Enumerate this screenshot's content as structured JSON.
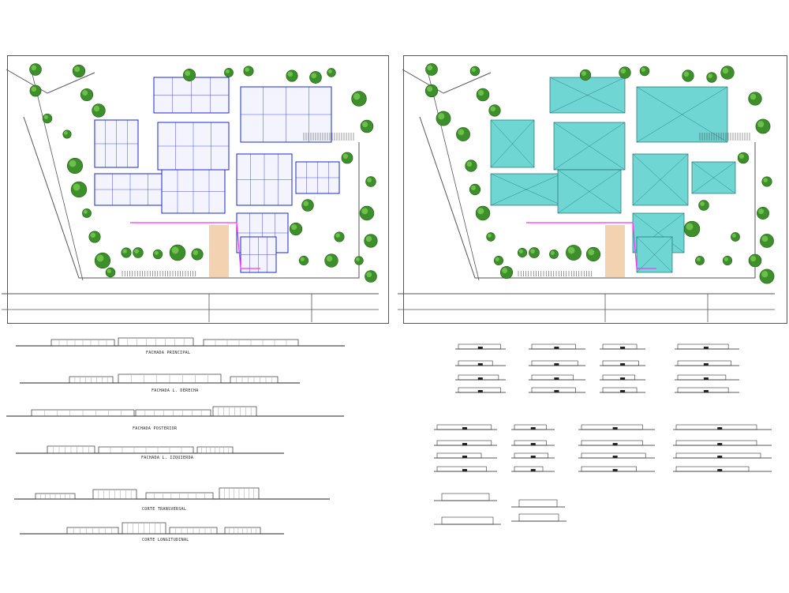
{
  "drawing": {
    "elevation_labels": {
      "front": "FACHADA PRINCIPAL",
      "right": "FACHADA L. DERECHA",
      "rear": "FACHADA POSTERIOR",
      "left": "FACHADA L. IZQUIERDA",
      "section_cross": "CORTE TRANSVERSAL",
      "section_long": "CORTE LONGITUDINAL"
    },
    "colors": {
      "plan_lines": "#1a2ad0",
      "roof_fill": "#6fd6d4",
      "tree": "#3c8f2a",
      "path_accent": "#ff33ff",
      "paving": "#f2d2b0",
      "road": "#555555"
    }
  }
}
